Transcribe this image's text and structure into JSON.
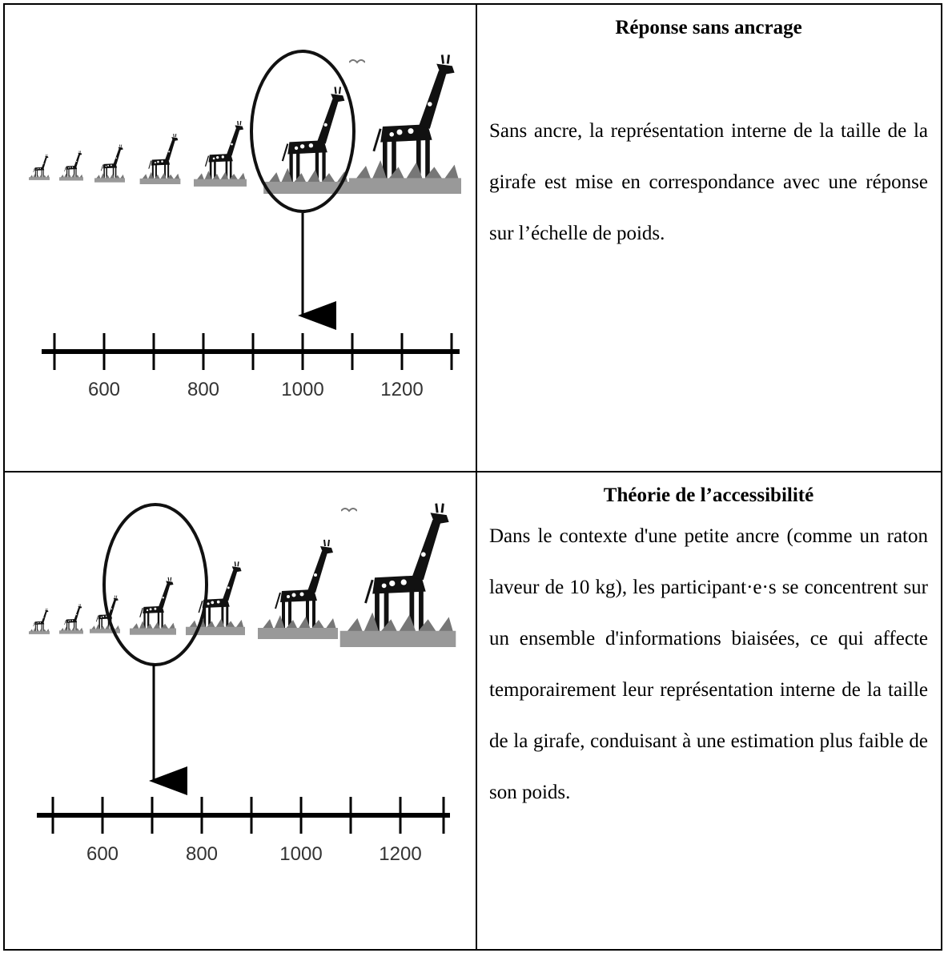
{
  "rows": [
    {
      "title": "Réponse sans ancrage",
      "body": "Sans ancre, la représentation interne de la taille de la girafe est mise en correspondance avec une réponse sur l’échelle de poids.",
      "scale_labels": [
        "600",
        "800",
        "1000",
        "1200"
      ]
    },
    {
      "title": "Théorie de l’accessibilité",
      "body": "Dans le contexte d'une petite ancre (comme un raton laveur de 10 kg), les participant·e·s se concentrent sur un ensemble d'informations biaisées, ce qui affecte temporairement leur représentation interne de la taille de la girafe, conduisant à une estimation plus faible de son poids.",
      "scale_labels": [
        "600",
        "800",
        "1000",
        "1200"
      ]
    }
  ],
  "icons": {
    "giraffe": "giraffe-icon",
    "bird": "bird-icon"
  }
}
